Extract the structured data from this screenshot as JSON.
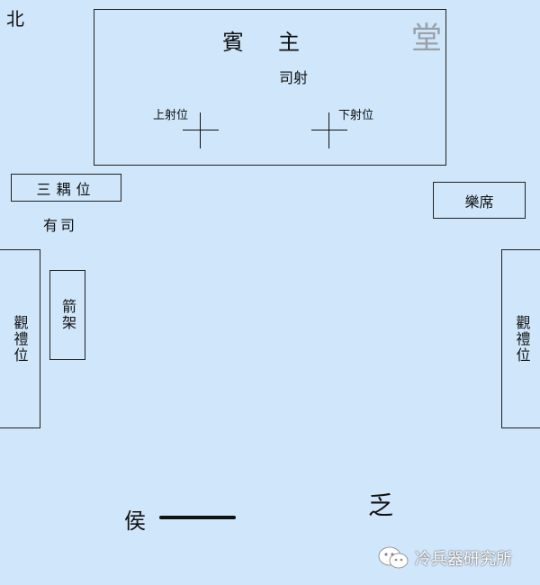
{
  "compass": {
    "north": "北"
  },
  "hall": {
    "title_left": "賓",
    "title_right": "主",
    "label": "堂",
    "official": "司射",
    "upper_position": "上射位",
    "lower_position": "下射位"
  },
  "left_side": {
    "three_pairs": "三耦位",
    "officials": "有司",
    "observer": "觀禮位",
    "arrow_rack": "箭架"
  },
  "right_side": {
    "music_seat": "樂席",
    "observer": "觀禮位"
  },
  "bottom": {
    "target": "侯",
    "mark": "乏"
  },
  "watermark": {
    "text": "冷兵器研究所"
  },
  "colors": {
    "background": "#cfe6fb",
    "ink": "#111111",
    "hall_label": "#9aa0a8"
  }
}
